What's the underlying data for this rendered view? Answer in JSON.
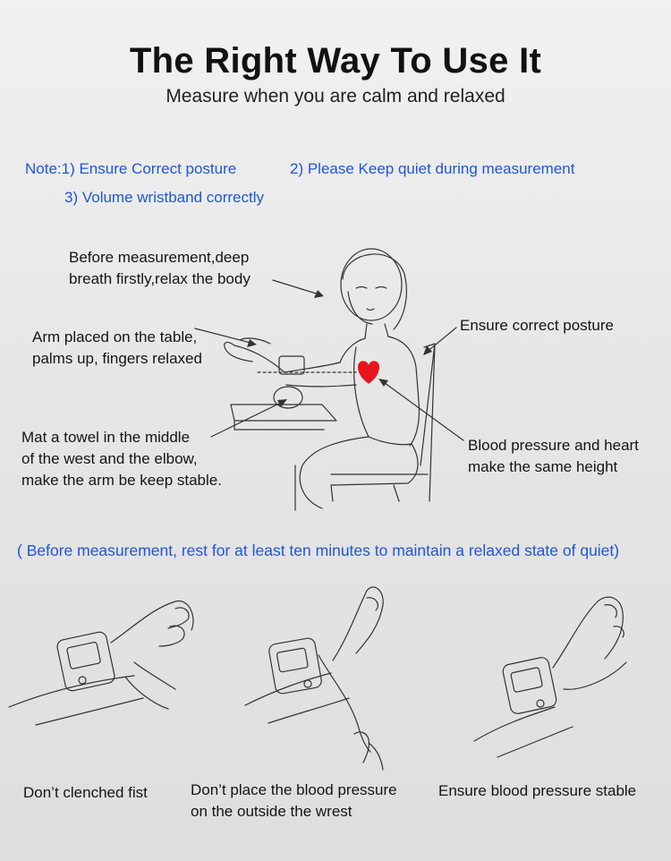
{
  "header": {
    "title": "The Right Way To Use It",
    "subtitle": "Measure when you are calm and relaxed"
  },
  "notes": {
    "note1": "Note:1) Ensure Correct posture",
    "note2": "2) Please Keep quiet during measurement",
    "note3": "3) Volume wristband correctly"
  },
  "posture_labels": {
    "breath_line1": "Before measurement,deep",
    "breath_line2": "breath firstly,relax the body",
    "arm_line1": "Arm placed on the table,",
    "arm_line2": "palms up, fingers relaxed",
    "towel_line1": "Mat a towel in the middle",
    "towel_line2": "of the west and the elbow,",
    "towel_line3": "make the arm be keep stable.",
    "posture": "Ensure correct posture",
    "height_line1": "Blood pressure and heart",
    "height_line2": "make the same height"
  },
  "rest_note": "( Before measurement, rest for at least ten minutes to maintain a relaxed state of quiet)",
  "captions": {
    "fist": "Don’t clenched fist",
    "outside_line1": "Don’t place the blood pressure",
    "outside_line2": "on the outside the wrest",
    "stable": "Ensure blood pressure stable"
  },
  "colors": {
    "note_blue": "#1f56d6",
    "heart_red": "#e8141e",
    "text_dark": "#151515"
  },
  "icons": {
    "heart": "heart-icon",
    "arrows": "pointer-arrow-icon"
  }
}
